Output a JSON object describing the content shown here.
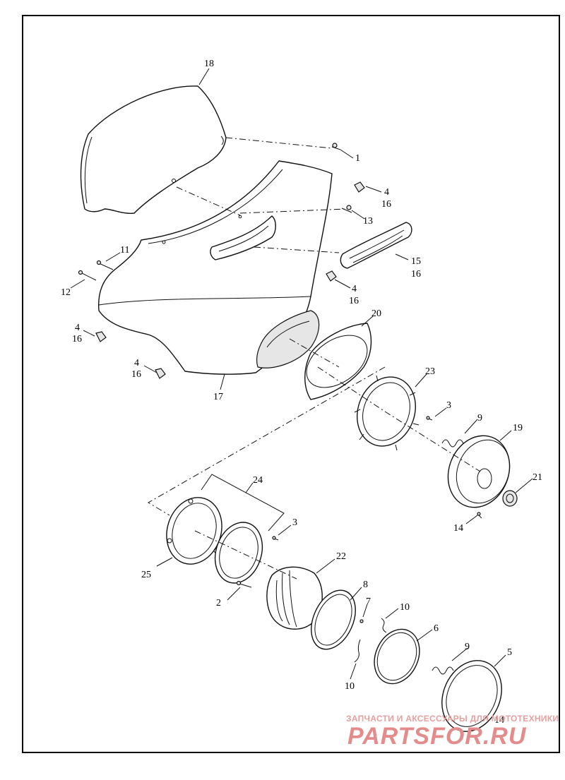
{
  "callouts": {
    "c1": "1",
    "c2": "2",
    "c3a": "3",
    "c3b": "3",
    "c4a": "4",
    "c4b": "4",
    "c4c": "4",
    "c4d": "4",
    "c5": "5",
    "c6": "6",
    "c7": "7",
    "c8": "8",
    "c9a": "9",
    "c9b": "9",
    "c10a": "10",
    "c10b": "10",
    "c11": "11",
    "c12": "12",
    "c13": "13",
    "c14a": "14",
    "c14b": "14",
    "c15": "15",
    "c16a": "16",
    "c16b": "16",
    "c16c": "16",
    "c16d": "16",
    "c16e": "16",
    "c17": "17",
    "c18": "18",
    "c19": "19",
    "c20": "20",
    "c21": "21",
    "c22": "22",
    "c23": "23",
    "c24": "24",
    "c25": "25"
  },
  "watermark": {
    "caption": "ЗАПЧАСТИ И АКСЕССУАРЫ ДЛЯ МОТОТЕХНИКИ",
    "logo": "PARTSFOR.RU"
  }
}
